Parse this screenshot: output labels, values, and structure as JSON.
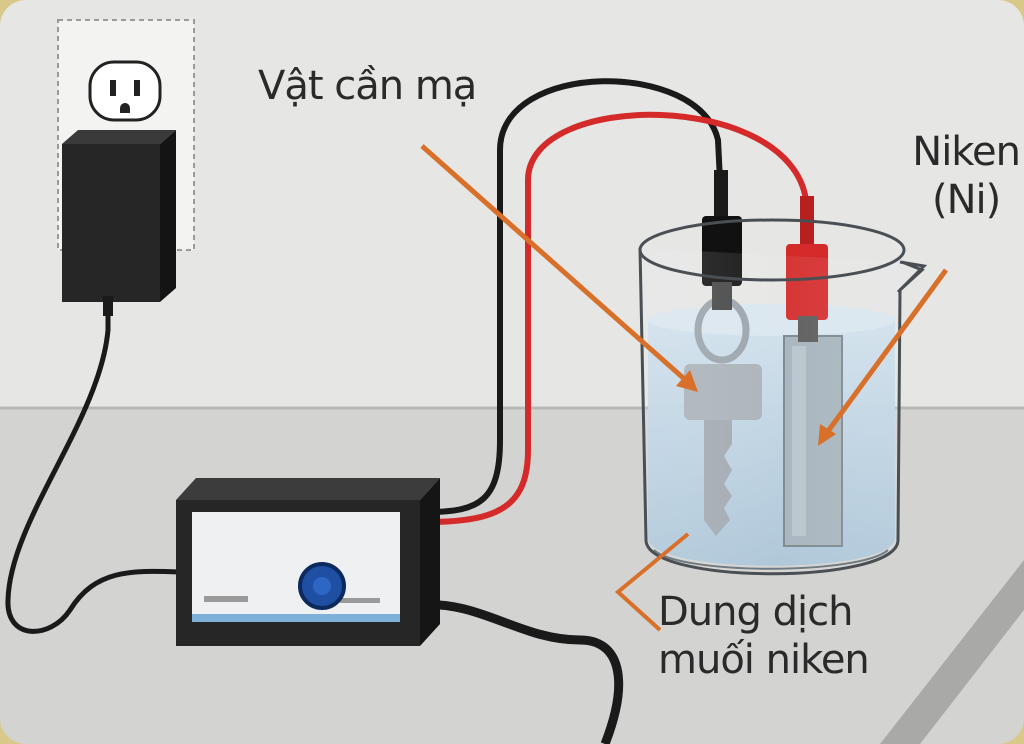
{
  "labels": {
    "object_to_plate": "Vật cần mạ",
    "nickel_line1": "Niken",
    "nickel_line2": "(Ni)",
    "solution_line1": "Dung dịch",
    "solution_line2": "muối niken"
  },
  "colors": {
    "wall": "#e6e6e4",
    "table": "#d3d3d1",
    "black_wire": "#1a1a1a",
    "red_wire": "#d42a2a",
    "arrow": "#d8702a",
    "liquid": "#bfd6e6",
    "knob": "#1f4fa3"
  }
}
